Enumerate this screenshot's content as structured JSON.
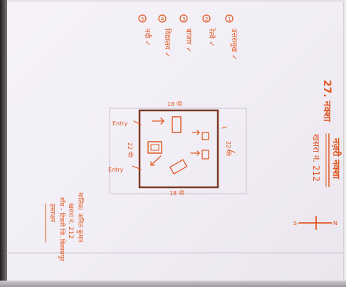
{
  "page": {
    "title": "27. नक्शा",
    "heading": "नज़री नक्शा",
    "khasra": "खसरा नं. 212"
  },
  "legend": {
    "items": [
      {
        "marker": "1",
        "label": "उत्तरामुख ✓"
      },
      {
        "marker": "2",
        "label": "रेल्वे ✓"
      },
      {
        "marker": "3",
        "label": "बाजार ✓"
      },
      {
        "marker": "4",
        "label": "विद्यालय ✓"
      },
      {
        "marker": "5",
        "label": "नदी ✓"
      }
    ]
  },
  "plot": {
    "entry_label": "Entry",
    "exit_label": "Entry",
    "north_dim": "18 फी",
    "south_dim": "18 फी",
    "east_dim": "22 फी",
    "west_dim": "22 फी"
  },
  "footer": {
    "line1": "मालिक: अनिल कुमार",
    "line2": "खसरा नं. 212",
    "line3": "गाँव - टिकरी  जि. बिलासपुर",
    "line4": "हस्ताक्षर"
  },
  "compass": {
    "north": "N",
    "south": "S"
  },
  "colors": {
    "ink": "#e0561f",
    "paper": "#f4f0f6",
    "box": "#7a3b24"
  }
}
